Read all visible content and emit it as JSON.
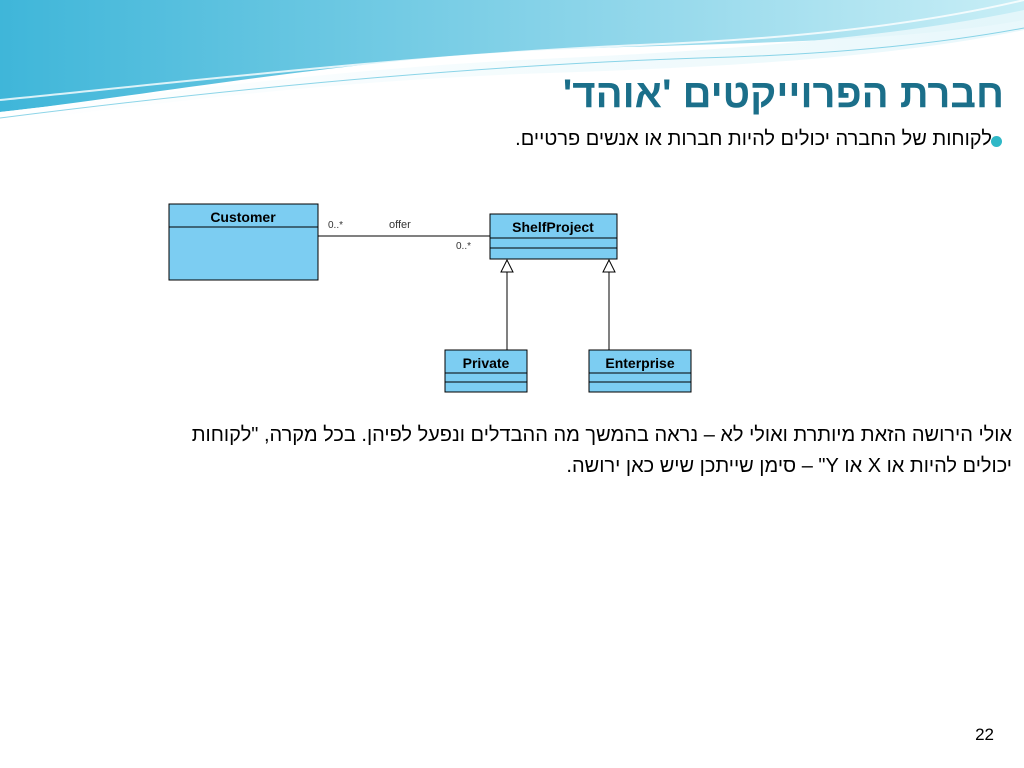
{
  "title": "חברת הפרוייקטים 'אוהד'",
  "bullet": "לקוחות של החברה יכולים להיות חברות או אנשים פרטיים.",
  "diagram": {
    "classes": {
      "customer": "Customer",
      "shelf_project": "ShelfProject",
      "private": "Private",
      "enterprise": "Enterprise"
    },
    "association": {
      "name": "offer",
      "mult_customer_end": "0..*",
      "mult_project_end": "0..*"
    }
  },
  "paragraph": {
    "line1": "אולי הירושה הזאת מיותרת ואולי לא – נראה בהמשך מה ההבדלים ונפעל לפיהן. בכל מקרה, \"לקוחות",
    "line2": "יכולים להיות או X או Y\" – סימן שייתכן שיש כאן ירושה."
  },
  "page_number": "22",
  "colors": {
    "title": "#1b6f8a",
    "class_fill": "#7ccdf2",
    "bullet": "#2fb8c7"
  }
}
